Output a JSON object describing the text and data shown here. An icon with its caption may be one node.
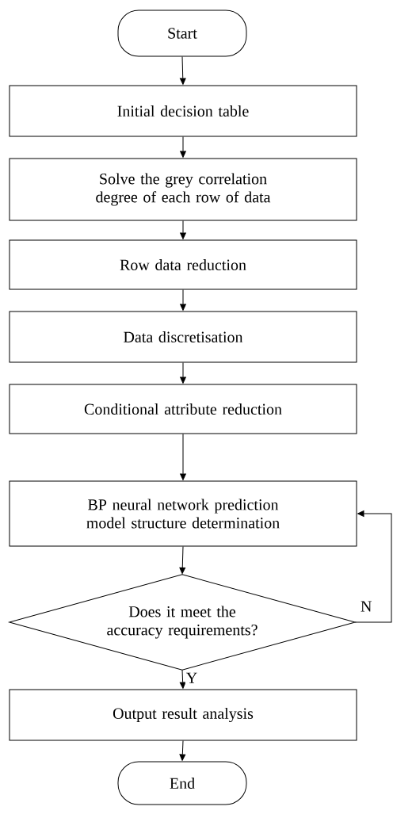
{
  "diagram": {
    "nodes": [
      {
        "text": [
          "Start"
        ]
      },
      {
        "text": [
          "Initial decision table"
        ]
      },
      {
        "text": [
          "Solve the grey correlation degree of each row of data"
        ]
      },
      {
        "text": [
          "Row data reduction"
        ]
      },
      {
        "text": [
          "Data discretisation"
        ]
      },
      {
        "text": [
          "Conditional attribute reduction"
        ]
      },
      {
        "text": [
          "BP neural network prediction model structure determination"
        ]
      },
      {
        "text": [
          "Does it meet the accuracy requirements?"
        ]
      },
      {
        "text": [
          "Output result analysis"
        ]
      },
      {
        "text": [
          "End"
        ]
      }
    ],
    "edges": [
      {
        "from": 0,
        "to": 1,
        "arrow": "to"
      },
      {
        "from": 1,
        "to": 2,
        "arrow": "to"
      },
      {
        "from": 2,
        "to": 3,
        "arrow": "to"
      },
      {
        "from": 3,
        "to": 4,
        "arrow": "to"
      },
      {
        "from": 4,
        "to": 5,
        "arrow": "to"
      },
      {
        "from": 5,
        "to": 6,
        "arrow": "to"
      },
      {
        "from": 6,
        "to": 7,
        "arrow": "to"
      },
      {
        "from": 7,
        "to": 8,
        "arrow": "to",
        "label": "Y"
      },
      {
        "from": 7,
        "to": 6,
        "arrow": "to",
        "label": "N"
      },
      {
        "from": 8,
        "to": 9,
        "arrow": "to"
      }
    ]
  }
}
